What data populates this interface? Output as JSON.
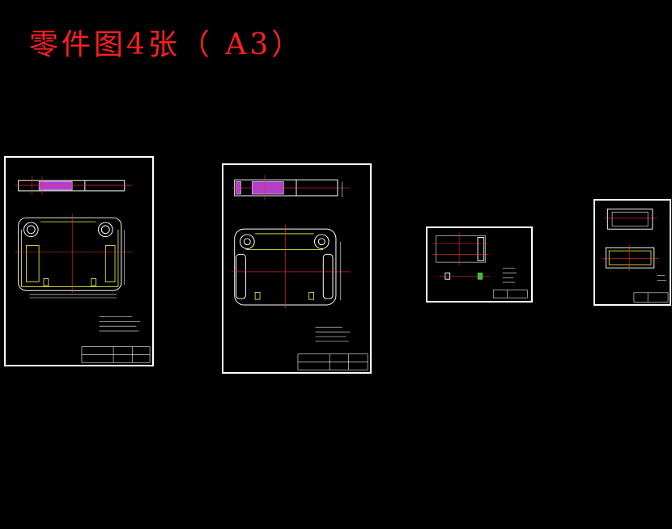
{
  "title": "零件图4张（ A3）",
  "colors": {
    "background": "#000000",
    "title": "#ff2020",
    "frame": "#ffffff",
    "outline_yellow": "#ffff40",
    "center_line": "#ff3030",
    "section_hatch": "#b040d0",
    "marker_green": "#20d020"
  },
  "sheets": [
    {
      "name": "drawing-sheet-1"
    },
    {
      "name": "drawing-sheet-2"
    },
    {
      "name": "drawing-sheet-3"
    },
    {
      "name": "drawing-sheet-4"
    }
  ]
}
